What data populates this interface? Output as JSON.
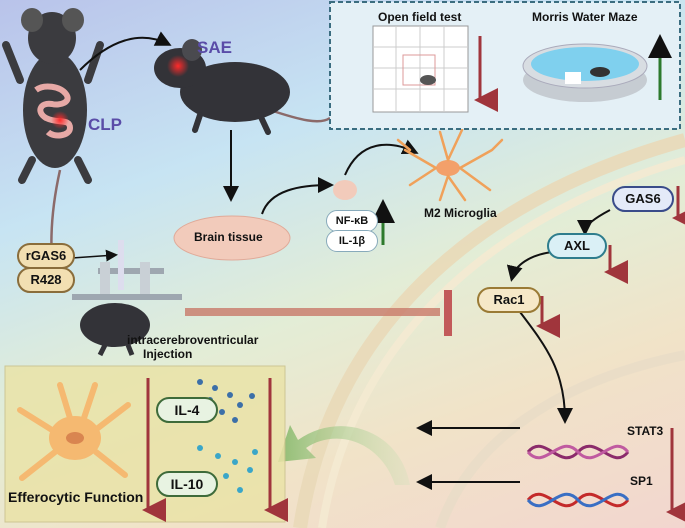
{
  "mouse_labels": {
    "clp": "CLP",
    "sae": "SAE"
  },
  "behavior_tests": {
    "open_field": "Open field test",
    "water_maze": "Morris Water Maze"
  },
  "brain": {
    "label": "Brain tissue"
  },
  "cytokines": {
    "nfkb": "NF-κB",
    "il1b": "IL-1β"
  },
  "microglia": {
    "label": "M2 Microglia"
  },
  "drugs": {
    "rgas6": "rGAS6",
    "r428": "R428"
  },
  "injection": {
    "line1": "intracerebroventricular",
    "line2": "Injection"
  },
  "pathway": {
    "gas6": "GAS6",
    "axl": "AXL",
    "rac1": "Rac1",
    "stat3": "STAT3",
    "sp1": "SP1"
  },
  "outcomes": {
    "il4": "IL-4",
    "il10": "IL-10",
    "efferocytic": "Efferocytic Function"
  },
  "colors": {
    "down_arrow": "#a0353c",
    "up_arrow": "#2d7a2d",
    "clp_label": "#5a4ca8",
    "sae_label": "#5a4ca8"
  }
}
